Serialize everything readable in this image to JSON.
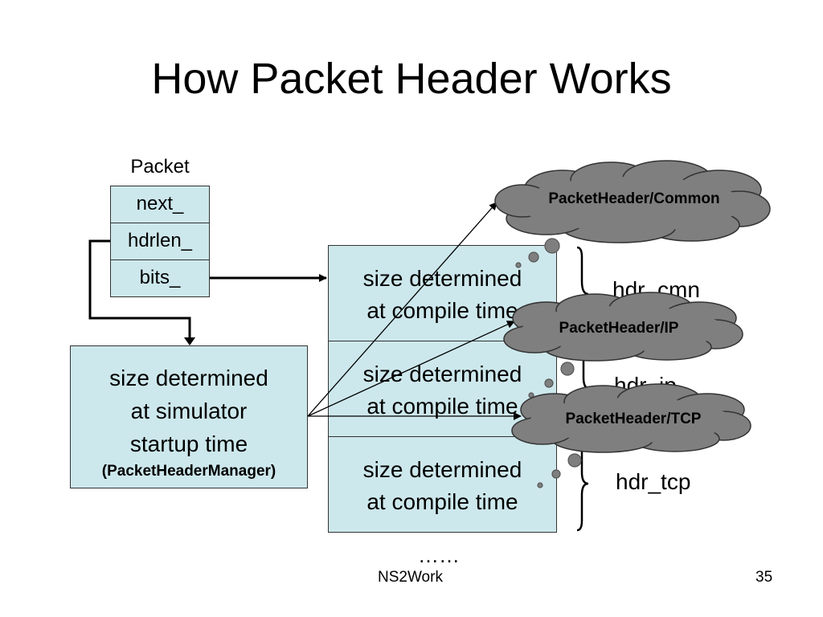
{
  "title": "How Packet Header Works",
  "packet": {
    "label": "Packet",
    "fields": [
      "next_",
      "hdrlen_",
      "bits_"
    ]
  },
  "manager": {
    "lines": [
      "size determined",
      "at simulator",
      "startup time"
    ],
    "sub": "(PacketHeaderManager)"
  },
  "segments": [
    {
      "lines": [
        "size determined",
        "at compile time"
      ],
      "hdr": "hdr_cmn"
    },
    {
      "lines": [
        "size determined",
        "at compile time"
      ],
      "hdr": "hdr_ip"
    },
    {
      "lines": [
        "size determined",
        "at compile time"
      ],
      "hdr": "hdr_tcp"
    }
  ],
  "clouds": [
    "PacketHeader/Common",
    "PacketHeader/IP",
    "PacketHeader/TCP"
  ],
  "ellipsis": "……",
  "footer": {
    "center": "NS2Work",
    "page": "35"
  },
  "colors": {
    "box_fill": "#cde8ec",
    "cloud_fill": "#7f7f7f"
  }
}
